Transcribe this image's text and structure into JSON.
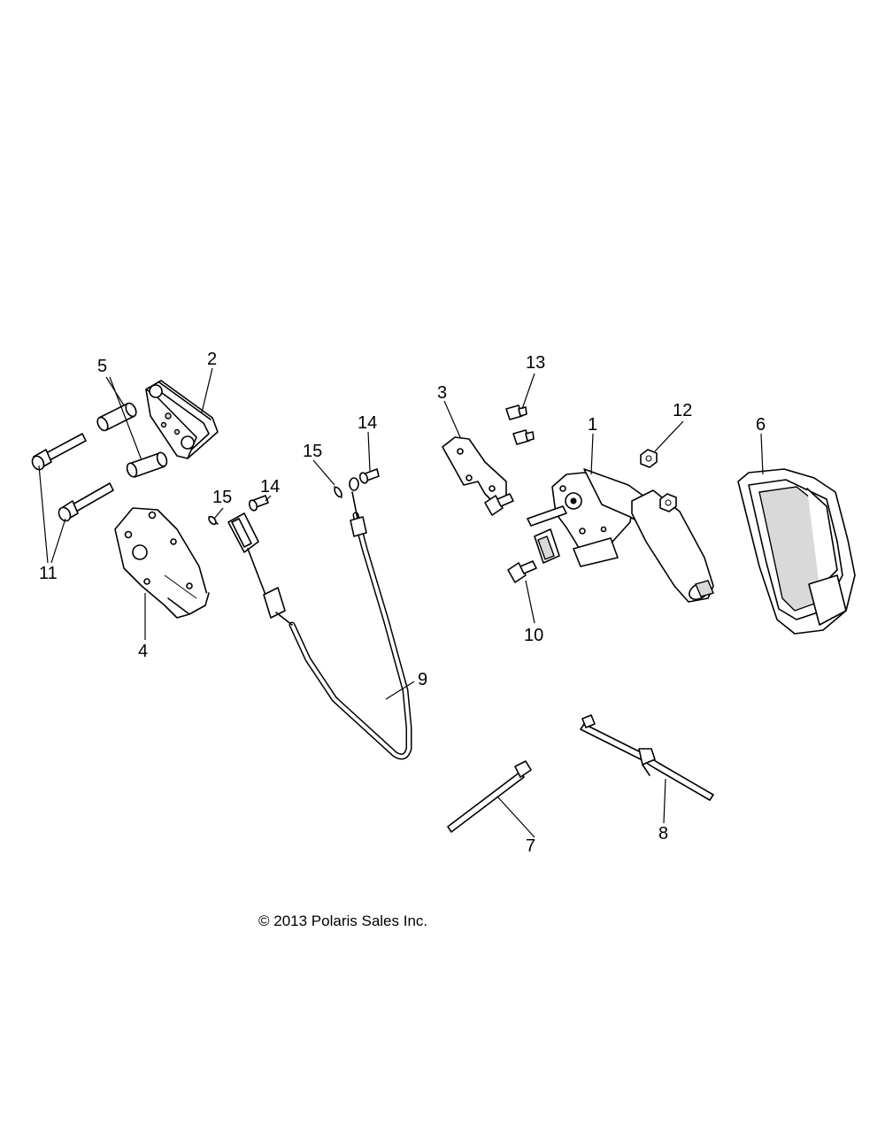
{
  "callouts": {
    "c1": "1",
    "c2": "2",
    "c3": "3",
    "c4": "4",
    "c5": "5",
    "c6": "6",
    "c7": "7",
    "c8": "8",
    "c9": "9",
    "c10": "10",
    "c11": "11",
    "c12": "12",
    "c13": "13",
    "c14a": "14",
    "c14b": "14",
    "c15a": "15",
    "c15b": "15"
  },
  "copyright": "© 2013 Polaris Sales Inc."
}
